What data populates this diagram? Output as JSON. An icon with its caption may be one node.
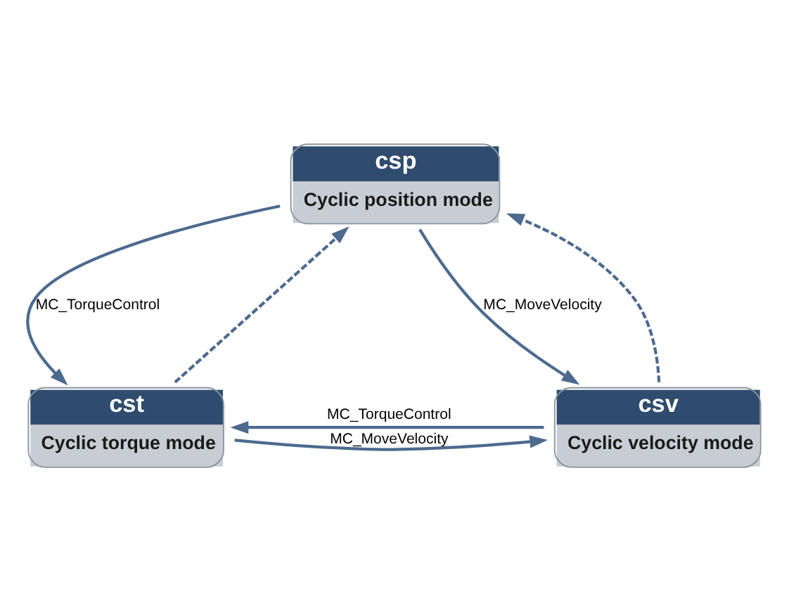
{
  "diagram": {
    "nodes": [
      {
        "text": [
          "csp",
          "Cyclic position mode"
        ]
      },
      {
        "text": [
          "cst",
          "Cyclic torque mode"
        ]
      },
      {
        "text": [
          "csv",
          "Cyclic velocity mode"
        ]
      }
    ],
    "edges": [
      {
        "from": 0,
        "to": 1,
        "arrow": "to",
        "label": "MC_TorqueControl"
      },
      {
        "from": 1,
        "to": 0,
        "arrow": "to",
        "style": "dashed"
      },
      {
        "from": 0,
        "to": 2,
        "arrow": "to",
        "label": "MC_MoveVelocity"
      },
      {
        "from": 2,
        "to": 0,
        "arrow": "to",
        "style": "dashed"
      },
      {
        "from": 1,
        "to": 2,
        "arrow": "to",
        "label": "MC_MoveVelocity"
      },
      {
        "from": 2,
        "to": 1,
        "arrow": "to",
        "label": "MC_TorqueControl"
      }
    ]
  }
}
